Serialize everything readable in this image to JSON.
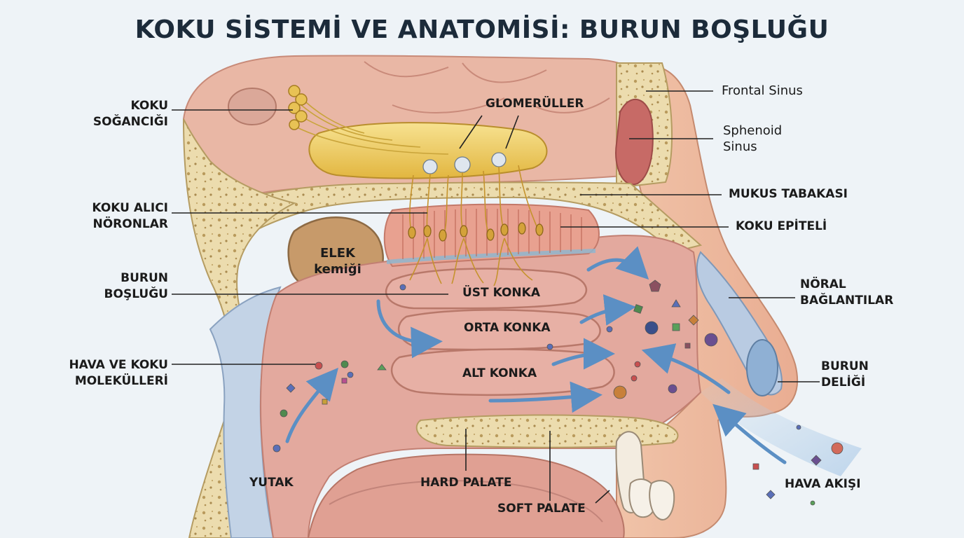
{
  "title": "KOKU SİSTEMİ VE ANATOMİSİ: BURUN BOŞLUĞU",
  "labels": {
    "koku_socangici": [
      "KOKU",
      "SOĞANCIĞI"
    ],
    "glomeruller": "GLOMERÜLLER",
    "frontal_sinus": "Frontal Sinus",
    "sphenoid_sinus": [
      "Sphenoid",
      "Sinus"
    ],
    "mukus_tabakasi": "MUKUS TABAKASI",
    "koku_alici_noronlar": [
      "KOKU ALICI",
      "NÖRONLAR"
    ],
    "koku_epiteli": "KOKU EPİTELİ",
    "elek_kemigi": [
      "ELEK",
      "kemiği"
    ],
    "burun_boslugu": [
      "BURUN",
      "BOŞLUĞU"
    ],
    "noral_baglantilar": [
      "NÖRAL",
      "BAĞLANTILAR"
    ],
    "ust_konka": "ÜST KONKA",
    "orta_konka": "ORTA KONKA",
    "alt_konka": "ALT KONKA",
    "hava_ve_koku_molekulleri": [
      "HAVA VE KOKU",
      "MOLEKÜLLERİ"
    ],
    "burun_deligi": [
      "BURUN",
      "DELİĞİ"
    ],
    "yutak": "YUTAK",
    "hard_palate": "HARD PALATE",
    "soft_palate": "SOFT PALATE",
    "hava_akisi": "HAVA AKIŞI"
  },
  "colors": {
    "background": "#eef3f7",
    "bone": "#ecdcae",
    "tissue": "#e2a89c",
    "cavity": "#ecc3b7",
    "bulb": "#f0cf63",
    "airflow": "#5b8fc4",
    "leader_line": "#222222"
  }
}
